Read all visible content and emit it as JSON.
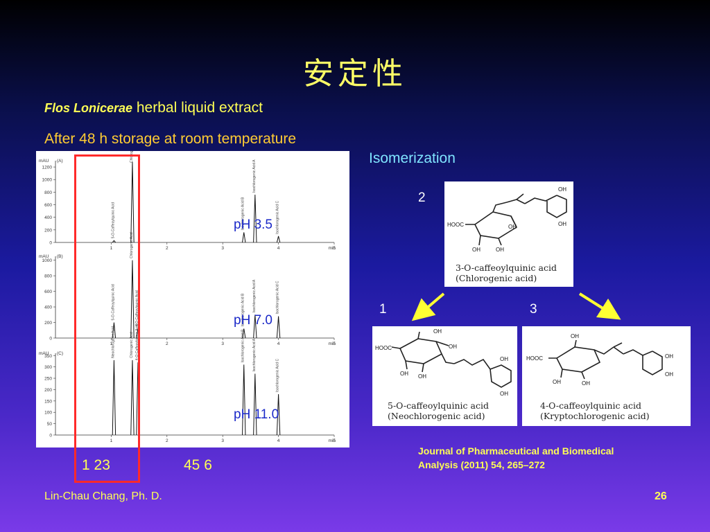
{
  "slide": {
    "title": "安定性",
    "subtitle1_italic": "Flos Lonicerae",
    "subtitle1_rest": " herbal liquid extract",
    "subtitle2": "After 48 h storage at room temperature",
    "isomerization": "Isomerization",
    "reference_line1": "Journal of Pharmaceutical and Biomedical",
    "reference_line2": "Analysis (2011) 54, 265–272",
    "author": "Lin-Chau Chang, Ph. D.",
    "page_number": "26"
  },
  "peak_labels": {
    "group1": "1 23",
    "group2": "45 6"
  },
  "structure_numbers": {
    "n2": "2",
    "n1": "1",
    "n3": "3"
  },
  "structures": {
    "s2": {
      "line1": "3-O-caffeoylquinic acid",
      "line2": "(Chlorogenic acid)"
    },
    "s1": {
      "line1": "5-O-caffeoylquinic acid",
      "line2": "(Neochlorogenic acid)"
    },
    "s3": {
      "line1": "4-O-caffeoylquinic acid",
      "line2": "(Kryptochlorogenic acid)"
    }
  },
  "chem_labels": {
    "oh": "OH",
    "hooc": "HOOC"
  },
  "chart_data": {
    "type": "line",
    "xlabel": "min",
    "ylabel": "mAU",
    "xlim": [
      0,
      5
    ],
    "panels": [
      {
        "label": "(A)",
        "condition": "pH 3.5",
        "ylim": [
          0,
          1300
        ],
        "yticks": [
          0,
          200,
          400,
          600,
          800,
          1000,
          1200
        ],
        "peaks": [
          {
            "name": "5-O-Caffeoylquinic Acid",
            "rt": 1.05,
            "height": 30
          },
          {
            "name": "Chlorogenic Acid",
            "rt": 1.38,
            "height": 1280
          },
          {
            "name": "Isochlorogenic Acid B",
            "rt": 3.38,
            "height": 160
          },
          {
            "name": "Isochlorogenic Acid A",
            "rt": 3.58,
            "height": 760
          },
          {
            "name": "Isochlorogenic Acid C",
            "rt": 4.0,
            "height": 100
          }
        ]
      },
      {
        "label": "(B)",
        "condition": "pH 7.0",
        "ylim": [
          0,
          1050
        ],
        "yticks": [
          0,
          200,
          400,
          600,
          800,
          1000
        ],
        "peaks": [
          {
            "name": "5-O-Caffeoylquinic Acid",
            "rt": 1.05,
            "height": 200
          },
          {
            "name": "Chlorogenic Acid",
            "rt": 1.38,
            "height": 1000
          },
          {
            "name": "4-O-Caffeoylquinic Acid",
            "rt": 1.48,
            "height": 120
          },
          {
            "name": "Isochlorogenic Acid B",
            "rt": 3.38,
            "height": 120
          },
          {
            "name": "Isochlorogenic Acid A",
            "rt": 3.58,
            "height": 300
          },
          {
            "name": "Isochlorogenic Acid C",
            "rt": 4.0,
            "height": 280
          }
        ]
      },
      {
        "label": "(C)",
        "condition": "pH 11.0",
        "ylim": [
          0,
          360
        ],
        "yticks": [
          0,
          50,
          100,
          150,
          200,
          250,
          300,
          350
        ],
        "peaks": [
          {
            "name": "Neochlorogenic Acid",
            "rt": 1.05,
            "height": 330
          },
          {
            "name": "Chlorogenic Acid",
            "rt": 1.38,
            "height": 330
          },
          {
            "name": "4-O-Caffeoylquinic Acid",
            "rt": 1.48,
            "height": 320
          },
          {
            "name": "Isochlorogenic Acid B",
            "rt": 3.38,
            "height": 310
          },
          {
            "name": "Isochlorogenic Acid A",
            "rt": 3.58,
            "height": 270
          },
          {
            "name": "Isochlorogenic Acid C",
            "rt": 4.0,
            "height": 180
          }
        ]
      }
    ]
  },
  "colors": {
    "title": "#ffff66",
    "subtitle": "#ffff55",
    "note": "#ffcc33",
    "isomerization": "#7fe4ff",
    "highlight_box": "#ff2a2a",
    "arrow": "#ffff33",
    "ph_label": "#1a28c8"
  }
}
